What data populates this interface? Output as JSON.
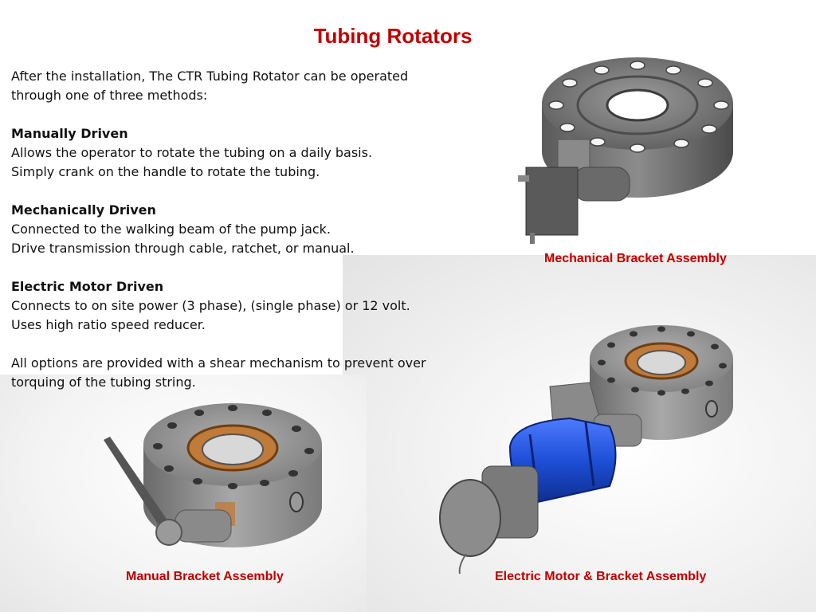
{
  "title": "Tubing Rotators",
  "intro": "After the installation, The CTR Tubing Rotator can be operated through one of three methods:",
  "methods": [
    {
      "heading": "Manually Driven",
      "lines": [
        "Allows the operator to rotate the tubing on a daily basis.",
        "Simply crank on the handle to rotate the tubing."
      ]
    },
    {
      "heading": "Mechanically Driven",
      "lines": [
        "Connected to the walking beam of the pump jack.",
        "Drive transmission through cable, ratchet, or manual."
      ]
    },
    {
      "heading": "Electric Motor Driven",
      "lines": [
        "Connects to on site power (3 phase), (single phase) or 12 volt.",
        "Uses high ratio speed reducer."
      ]
    }
  ],
  "closing": "All options are provided with a shear mechanism to prevent over torquing of the tubing string.",
  "captions": {
    "mechanical": "Mechanical Bracket Assembly",
    "manual": "Manual Bracket Assembly",
    "electric": "Electric Motor & Bracket Assembly"
  },
  "colors": {
    "accent": "#c00000",
    "steel": "#7a7a7a",
    "motor_blue": "#1e4fd8",
    "bearing_bronze": "#b5651d"
  }
}
